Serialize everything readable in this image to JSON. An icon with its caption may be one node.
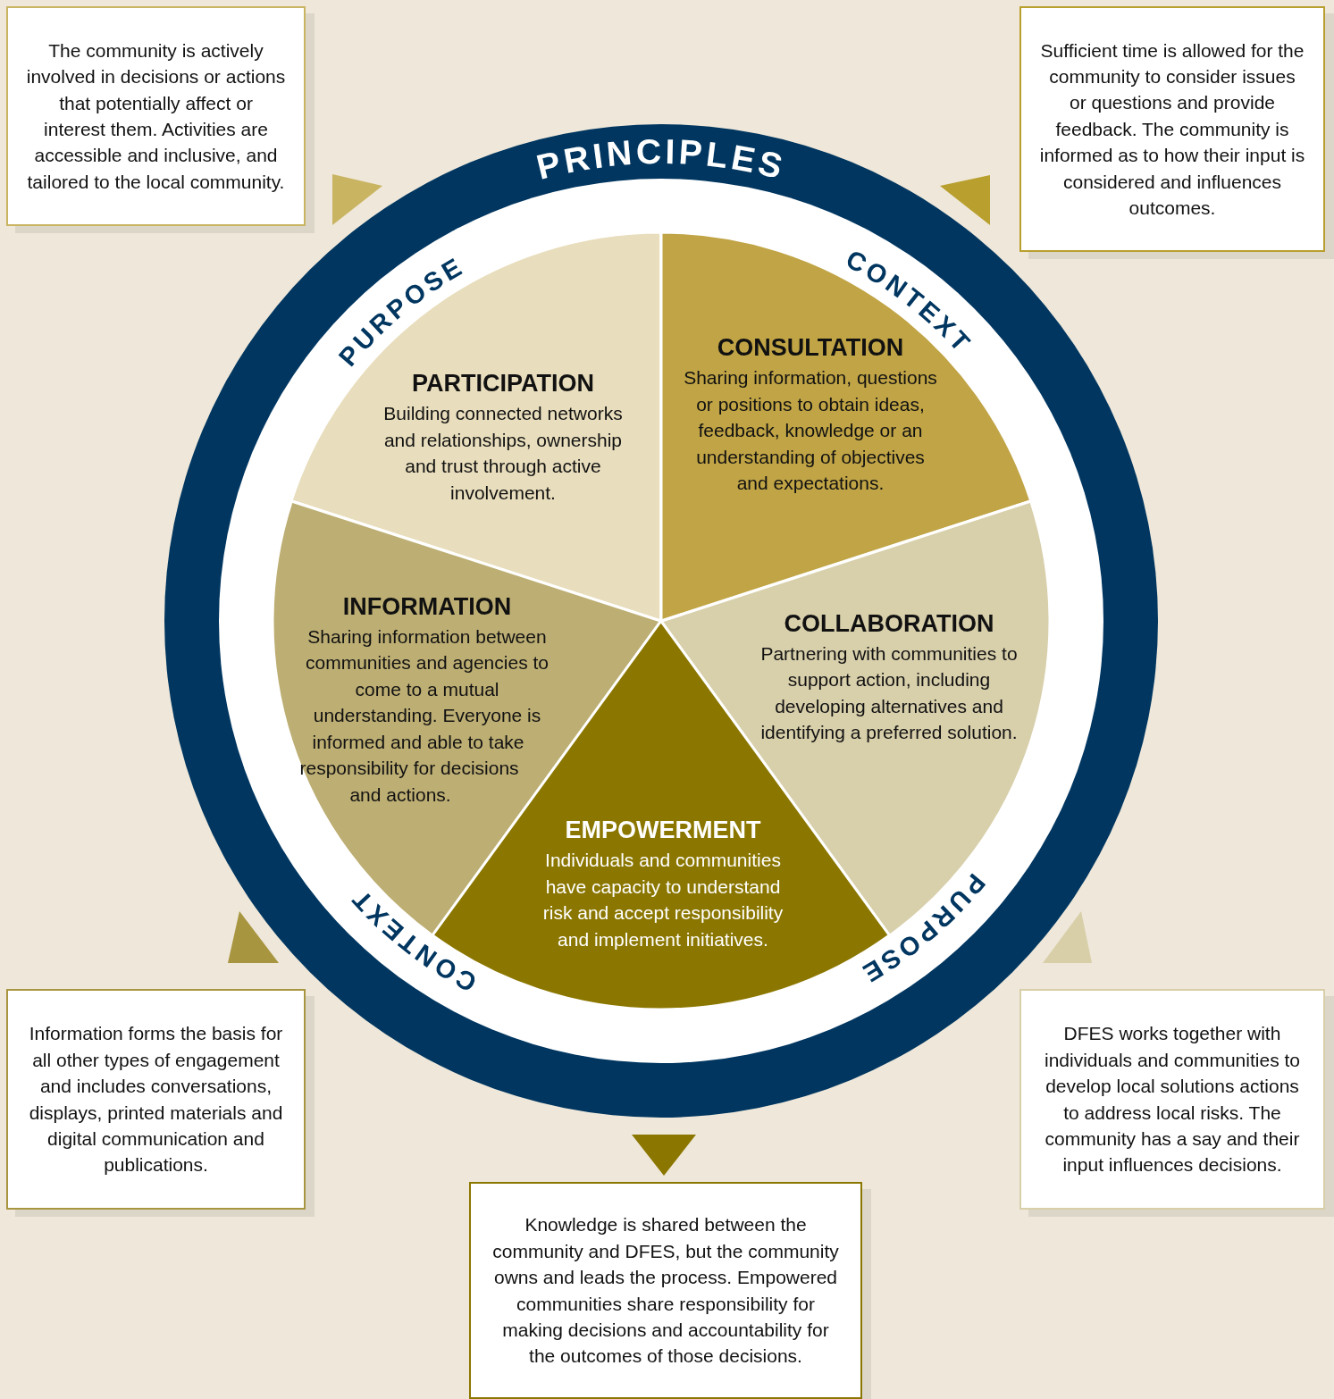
{
  "diagram": {
    "nodes": [
      {
        "text": [
          "The community is actively involved in decisions or actions that potentially affect or interest them. Activities are accessible and inclusive, and tailored to the local community."
        ]
      },
      {
        "text": [
          "Sufficient time is allowed for the community to consider issues or questions and provide feedback. The community is informed as to how their input is considered and influences outcomes."
        ]
      },
      {
        "text": [
          "PARTICIPATION",
          "Building connected networks and relationships, ownership and trust through active involvement."
        ]
      },
      {
        "text": [
          "CONSULTATION",
          "Sharing information, questions or positions to obtain ideas, feedback, knowledge or an understanding of objectives and expectations."
        ]
      },
      {
        "text": [
          "INFORMATION",
          "Sharing information between communities and agencies to come to a mutual understanding. Everyone is informed and able to take responsibility for decisions and actions."
        ]
      },
      {
        "text": [
          "COLLABORATION",
          "Partnering with communities to support action, including developing alternatives and identifying a preferred solution."
        ]
      },
      {
        "text": [
          "EMPOWERMENT",
          "Individuals and communities have capacity to understand risk and accept responsibility and implement initiatives."
        ]
      },
      {
        "text": [
          "Information forms the basis for all other types of engagement and includes conversations, displays, printed materials and digital communication and publications."
        ]
      },
      {
        "text": [
          "DFES works together with individuals and communities to develop local solutions actions to address local risks. The community has a say and their input influences decisions."
        ]
      },
      {
        "text": [
          "Knowledge is shared between the community and DFES, but the community owns and leads the process. Empowered communities share responsibility for making decisions and accountability for the outcomes of those decisions."
        ]
      }
    ],
    "edges": [
      {
        "from": 0,
        "to": 2,
        "arrow": "to",
        "color": "#c9b461"
      },
      {
        "from": 1,
        "to": 3,
        "arrow": "to",
        "color": "#b89f2e"
      },
      {
        "from": 7,
        "to": 4,
        "arrow": "to",
        "color": "#a8953f"
      },
      {
        "from": 8,
        "to": 5,
        "arrow": "to",
        "color": "#d8cfa9"
      },
      {
        "from": null,
        "to": 9,
        "arrow": "to",
        "color": "#8b7700"
      }
    ],
    "labels": [
      "PRINCIPLES",
      "PURPOSE",
      "CONTEXT",
      "CONTEXT",
      "PURPOSE"
    ]
  }
}
